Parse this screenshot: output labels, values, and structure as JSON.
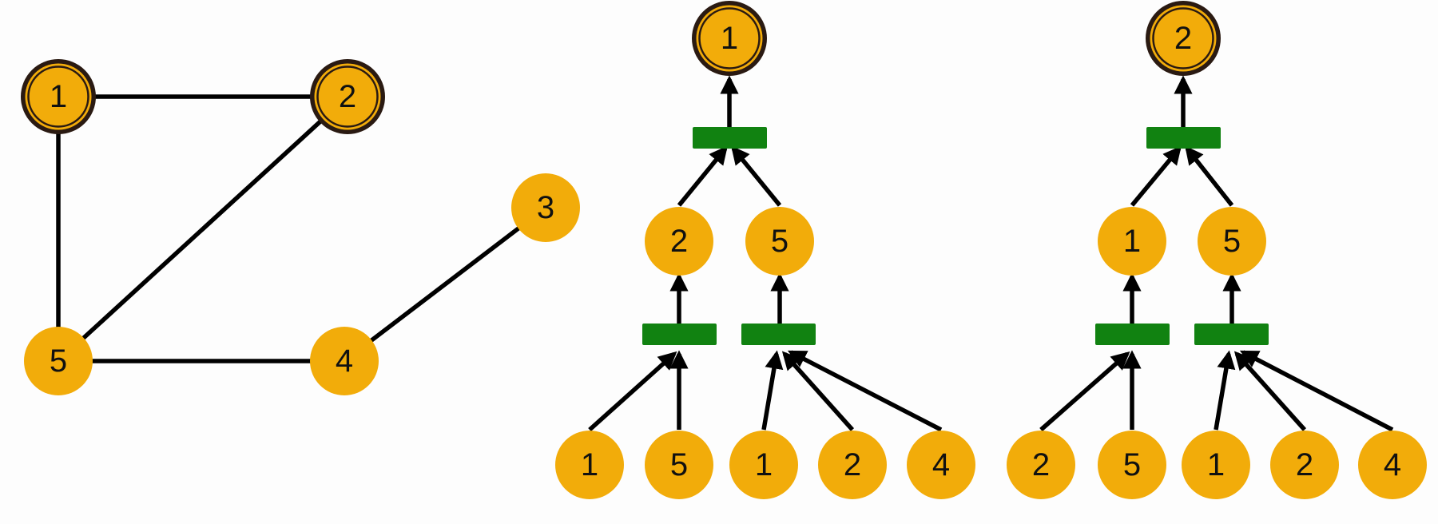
{
  "colors": {
    "node": "#f2ac0a",
    "aggregator": "#118211",
    "edge": "#000000",
    "ring": "#2a1a12"
  },
  "input_graph": {
    "nodes": [
      {
        "id": "1",
        "label": "1",
        "target": true
      },
      {
        "id": "2",
        "label": "2",
        "target": true
      },
      {
        "id": "3",
        "label": "3",
        "target": false
      },
      {
        "id": "4",
        "label": "4",
        "target": false
      },
      {
        "id": "5",
        "label": "5",
        "target": false
      }
    ],
    "edges": [
      [
        "1",
        "2"
      ],
      [
        "1",
        "5"
      ],
      [
        "2",
        "5"
      ],
      [
        "5",
        "4"
      ],
      [
        "4",
        "3"
      ]
    ]
  },
  "computation_graphs": [
    {
      "root": {
        "label": "1"
      },
      "neighbors": [
        {
          "label": "2",
          "children": [
            "1",
            "5"
          ]
        },
        {
          "label": "5",
          "children": [
            "1",
            "2",
            "4"
          ]
        }
      ]
    },
    {
      "root": {
        "label": "2"
      },
      "neighbors": [
        {
          "label": "1",
          "children": [
            "2",
            "5"
          ]
        },
        {
          "label": "5",
          "children": [
            "1",
            "2",
            "4"
          ]
        }
      ]
    }
  ]
}
